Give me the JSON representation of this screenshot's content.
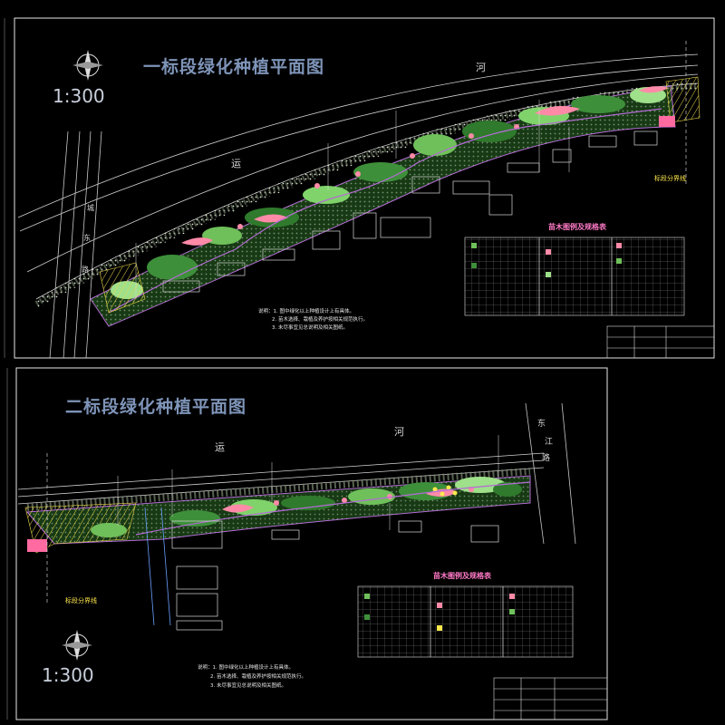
{
  "sheet1": {
    "title": "一标段绿化种植平面图",
    "scale": "1:300",
    "river_label_1": "河",
    "river_label_2": "运",
    "street_label_1": "城",
    "street_label_2": "东",
    "street_label_3": "路",
    "boundary_label": "标段分界线",
    "table_title": "苗木图例及规格表",
    "notes": [
      "说明：1. 图中绿化以上种植设计上有具体。",
      "2. 苗木选择、栽植及养护按相关规范执行。",
      "3. 未尽事宜见总说明及相关图纸。"
    ]
  },
  "sheet2": {
    "title": "二标段绿化种植平面图",
    "scale": "1:300",
    "river_label_1": "河",
    "river_label_2": "运",
    "river_label_3": "东",
    "river_label_4": "江",
    "river_label_5": "路",
    "boundary_label": "标段分界线",
    "table_title": "苗木图例及规格表",
    "notes": [
      "说明：1. 图中绿化以上种植设计上有具体。",
      "2. 苗木选择、栽植及养护按相关规范执行。",
      "3. 未尽事宜见总说明及相关图纸。"
    ]
  },
  "colors": {
    "frame": "#e8e8e8",
    "path": "#b46bd6",
    "hatch": "#ffe84d",
    "planting_light": "#9fe08a",
    "planting_dark": "#3e8f3a",
    "flower": "#ff8aa8",
    "building": "#d8d8d8",
    "title": "#7e94b8"
  }
}
